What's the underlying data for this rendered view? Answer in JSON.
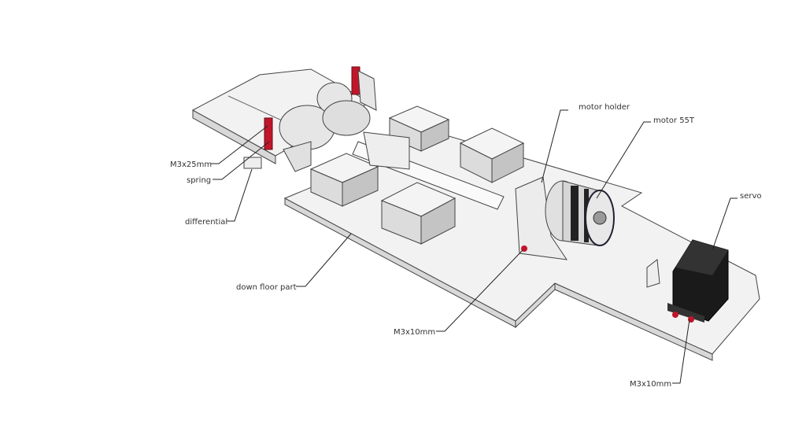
{
  "labels": {
    "motor_holder": "motor holder",
    "motor": "motor 55T",
    "servo": "servo",
    "screw_top": "M3x25mm",
    "spring": "spring",
    "differential": "differential",
    "floor": "down floor part",
    "screw_mid": "M3x10mm",
    "screw_servo": "M3x10mm"
  },
  "colors": {
    "screw": "#c0162a",
    "servo": "#1a1a1a"
  }
}
